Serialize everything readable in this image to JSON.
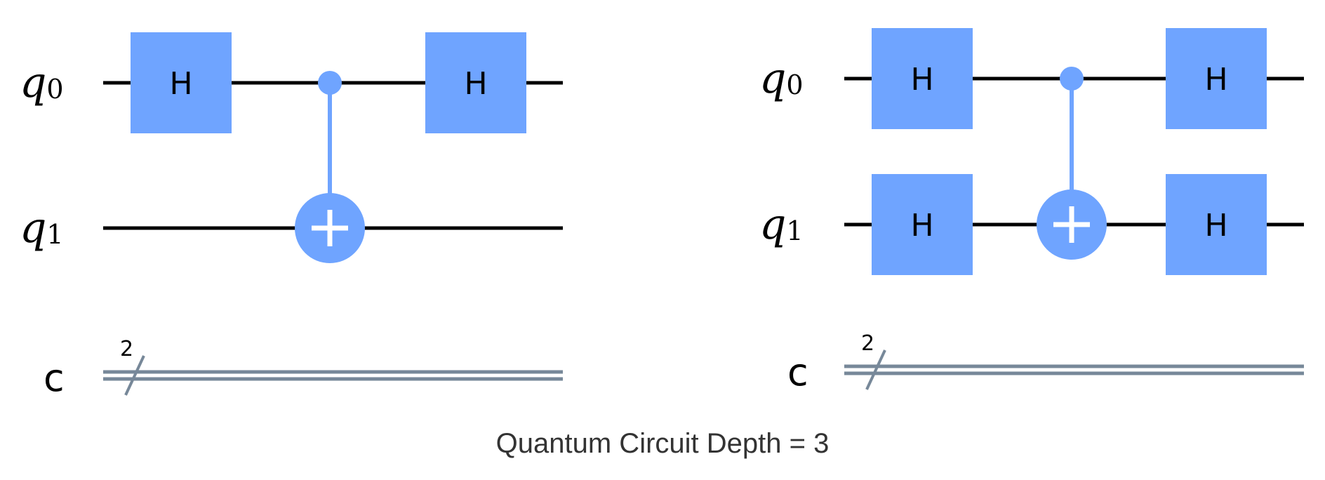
{
  "colors": {
    "gate": "#6fa4ff",
    "wire": "#000000",
    "classical": "#778899",
    "caption": "#333333"
  },
  "circuits": [
    {
      "qubits": [
        {
          "letter": "q",
          "index": "0"
        },
        {
          "letter": "q",
          "index": "1"
        }
      ],
      "classical": {
        "label": "c",
        "width": "2"
      },
      "gates": [
        {
          "type": "H",
          "qubit": 0,
          "label": "H"
        },
        {
          "type": "CX",
          "control": 0,
          "target": 1
        },
        {
          "type": "H",
          "qubit": 0,
          "label": "H"
        }
      ]
    },
    {
      "qubits": [
        {
          "letter": "q",
          "index": "0"
        },
        {
          "letter": "q",
          "index": "1"
        }
      ],
      "classical": {
        "label": "c",
        "width": "2"
      },
      "gates": [
        {
          "type": "H",
          "qubit": 0,
          "label": "H"
        },
        {
          "type": "H",
          "qubit": 1,
          "label": "H"
        },
        {
          "type": "CX",
          "control": 0,
          "target": 1
        },
        {
          "type": "H",
          "qubit": 0,
          "label": "H"
        },
        {
          "type": "H",
          "qubit": 1,
          "label": "H"
        }
      ]
    }
  ],
  "caption": "Quantum Circuit Depth = 3"
}
